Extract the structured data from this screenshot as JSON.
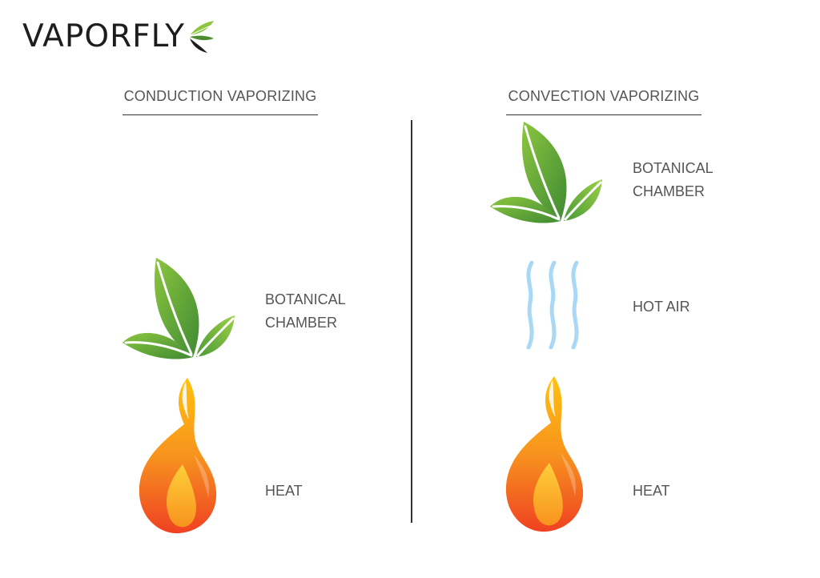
{
  "brand": {
    "name": "VAPORFLY",
    "leaf_colors": [
      "#8cc63f",
      "#4e8a2e",
      "#1d1d1b"
    ]
  },
  "columns": [
    {
      "heading": "CONDUCTION VAPORIZING",
      "items": [
        {
          "icon": "leaf-icon",
          "label": "BOTANICAL\nCHAMBER"
        },
        {
          "icon": "flame-icon",
          "label": "HEAT"
        }
      ]
    },
    {
      "heading": "CONVECTION VAPORIZING",
      "items": [
        {
          "icon": "leaf-icon",
          "label": "BOTANICAL\nCHAMBER"
        },
        {
          "icon": "hot-air-icon",
          "label": "HOT AIR"
        },
        {
          "icon": "flame-icon",
          "label": "HEAT"
        }
      ]
    }
  ],
  "colors": {
    "leaf_light": "#8cc63f",
    "leaf_dark": "#3f8a33",
    "flame_top": "#ffc20e",
    "flame_mid": "#f7931e",
    "flame_bottom": "#ef4123",
    "air": "#a8d8f5",
    "text": "#555555",
    "line": "#333333"
  }
}
